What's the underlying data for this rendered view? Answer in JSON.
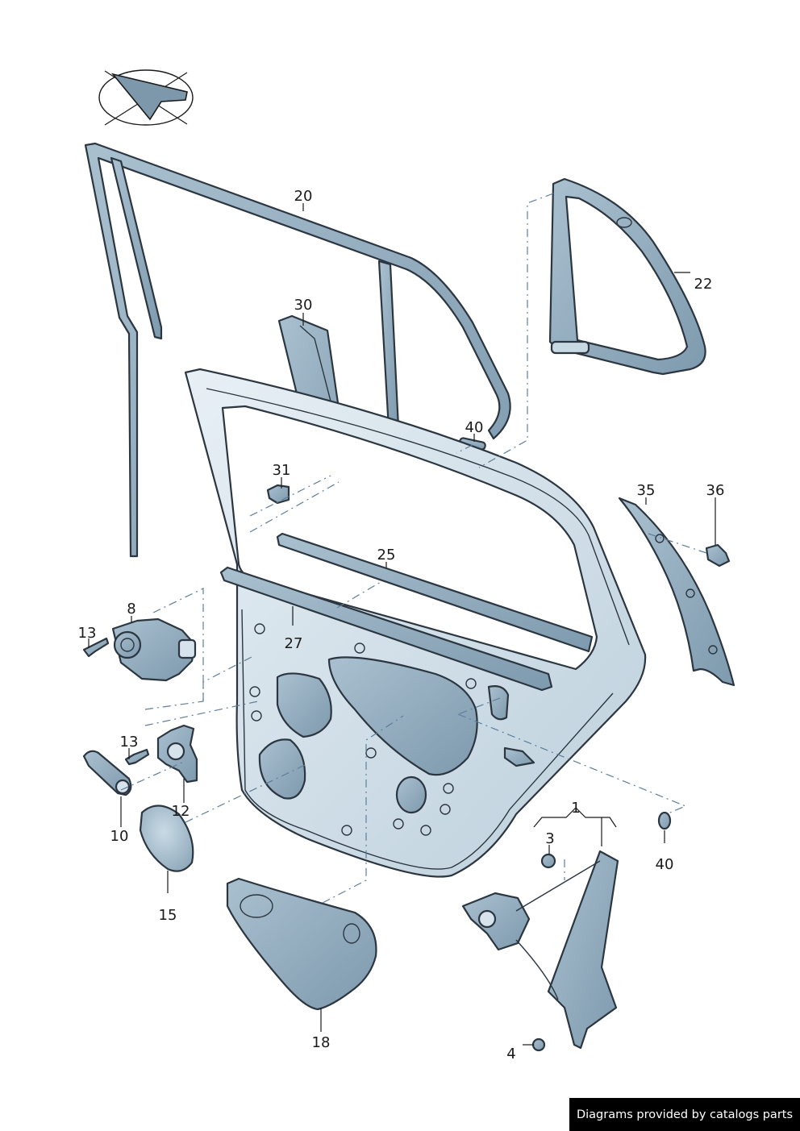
{
  "colors": {
    "part_fill": "#b9cdda",
    "part_light": "#dfe9f0",
    "part_dark": "#8da7b9",
    "outline": "#2c3640",
    "leader_dash": "#5d7e9a",
    "credit_bg": "#000000",
    "credit_text": "#ffffff"
  },
  "icons": {
    "orientation_symbol": "direction-arrow-in-ellipse-icon"
  },
  "callouts": {
    "c1": "1",
    "c3": "3",
    "c4": "4",
    "c8": "8",
    "c10": "10",
    "c12": "12",
    "c13a": "13",
    "c13b": "13",
    "c15": "15",
    "c18": "18",
    "c20": "20",
    "c22": "22",
    "c25": "25",
    "c27": "27",
    "c30": "30",
    "c31": "31",
    "c35": "35",
    "c36": "36",
    "c40a": "40",
    "c40b": "40"
  },
  "footer": {
    "credit": "Diagrams provided by catalogs parts"
  }
}
